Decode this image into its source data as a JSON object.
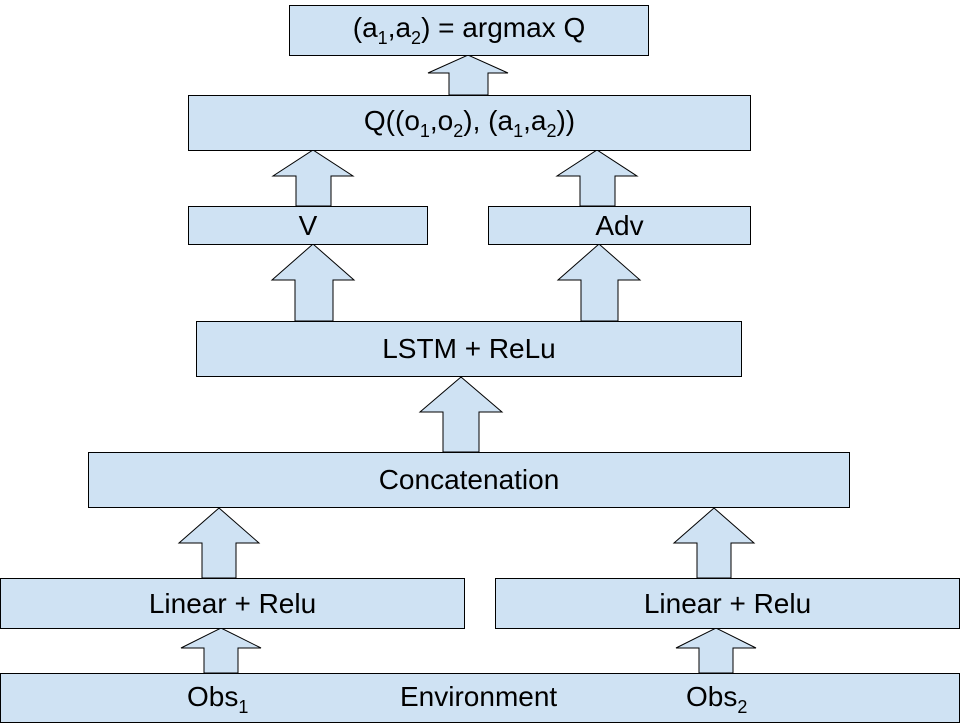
{
  "colors": {
    "box_fill": "#cfe2f3",
    "border": "#000000",
    "text": "#000000"
  },
  "nodes": {
    "output": {
      "pre": "(a",
      "s1": "1",
      "mid": ",a",
      "s2": "2",
      "post": ") = argmax Q"
    },
    "q": {
      "t1": "Q((o",
      "s1": "1",
      "t2": ",o",
      "s2": "2",
      "t3": "), (a",
      "s3": "1",
      "t4": ",a",
      "s4": "2",
      "t5": "))"
    },
    "v": "V",
    "adv": "Adv",
    "lstm": "LSTM + ReLu",
    "concat": "Concatenation",
    "linear_left": "Linear + Relu",
    "linear_right": "Linear + Relu",
    "environment": {
      "label": "Environment",
      "obs1": "Obs",
      "obs1_sub": "1",
      "obs2": "Obs",
      "obs2_sub": "2"
    }
  }
}
